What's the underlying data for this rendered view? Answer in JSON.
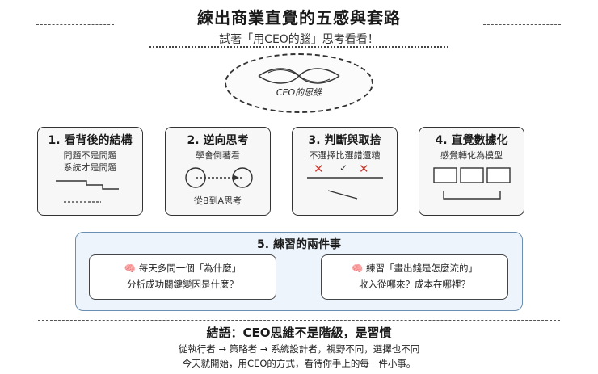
{
  "header": {
    "title": "練出商業直覺的五感與套路",
    "subtitle": "試著「用CEO的腦」思考看看！"
  },
  "brain": {
    "label": "CEO的思維"
  },
  "cards": [
    {
      "title": "1. 看背後的結構",
      "lines": [
        "問題不是問題",
        "系統才是問題"
      ]
    },
    {
      "title": "2. 逆向思考",
      "lines": [
        "學會倒著看"
      ],
      "caption": "從B到A思考"
    },
    {
      "title": "3. 判斷與取捨",
      "lines": [
        "不選擇比選錯還糟"
      ],
      "marks": [
        "✕",
        "✓",
        "✕"
      ]
    },
    {
      "title": "4. 直覺數據化",
      "lines": [
        "感覺轉化為模型"
      ]
    }
  ],
  "practice": {
    "title": "5. 練習的兩件事",
    "items": [
      {
        "icon": "🧠",
        "headline": "每天多問一個「為什麼」",
        "detail": "分析成功關鍵變因是什麼？"
      },
      {
        "icon": "🧠",
        "headline": "練習「畫出錢是怎麼流的」",
        "detail": "收入從哪來？成本在哪裡？"
      }
    ]
  },
  "conclusion": {
    "title": "結語：CEO思維不是階級，是習慣",
    "lines": [
      "從執行者 → 策略者 → 系統設計者，視野不同，選擇也不同",
      "今天就開始，用CEO的方式，看待你手上的每一件小事。"
    ]
  },
  "colors": {
    "cross": "#d23a2e",
    "practice_border": "#6b8fb0",
    "practice_bg": "#edf4fb"
  }
}
